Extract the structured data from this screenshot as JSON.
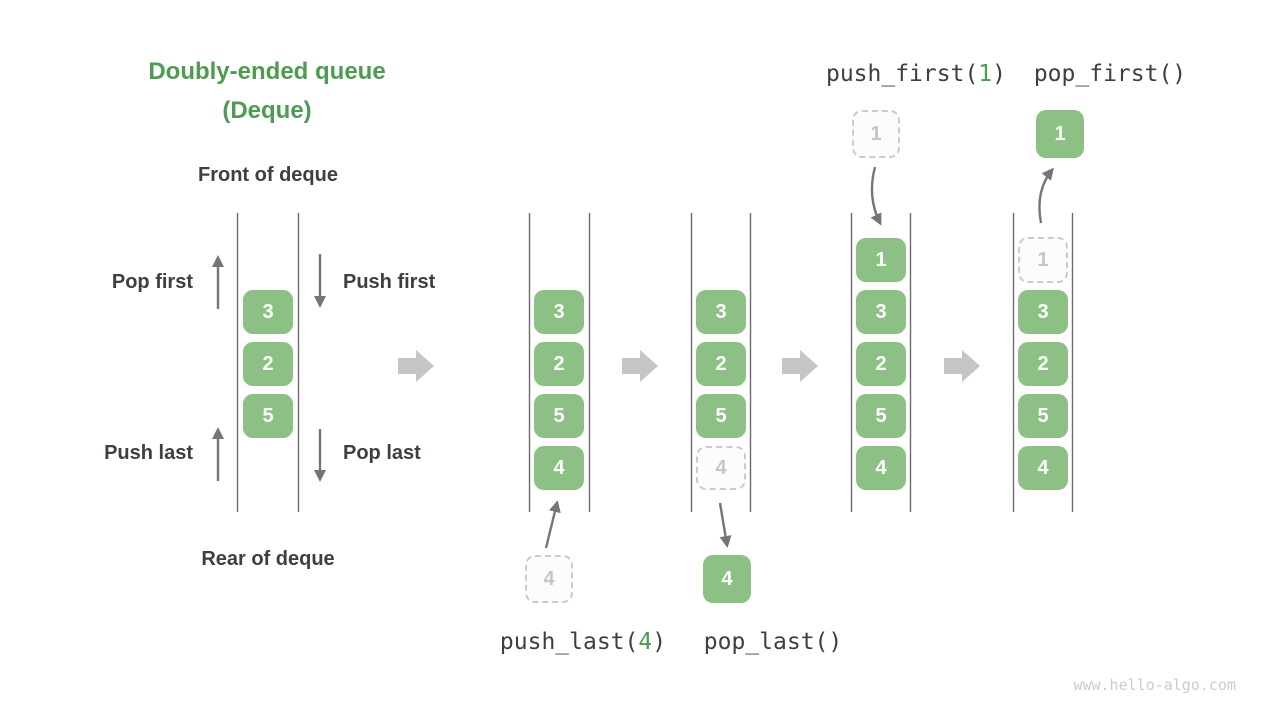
{
  "header": {
    "title_line1": "Doubly-ended queue",
    "title_line2": "(Deque)",
    "front_label": "Front of deque",
    "rear_label": "Rear of deque"
  },
  "operations": {
    "pop_first": "Pop first",
    "push_first": "Push first",
    "push_last": "Push last",
    "pop_last": "Pop last"
  },
  "code_labels": {
    "push_first_prefix": "push_first(",
    "push_first_arg": "1",
    "push_first_suffix": ")",
    "pop_first": "pop_first()",
    "push_last_prefix": "push_last(",
    "push_last_arg": "4",
    "push_last_suffix": ")",
    "pop_last": "pop_last()"
  },
  "stages": [
    {
      "name": "deque-initial",
      "items": [
        "3",
        "2",
        "5"
      ]
    },
    {
      "name": "after-push-last",
      "items": [
        "3",
        "2",
        "5",
        "4"
      ],
      "incoming": "4"
    },
    {
      "name": "after-pop-last",
      "items": [
        "3",
        "2",
        "5"
      ],
      "ghost": "4",
      "outgoing": "4"
    },
    {
      "name": "after-push-first",
      "items": [
        "1",
        "3",
        "2",
        "5",
        "4"
      ],
      "incoming": "1"
    },
    {
      "name": "after-pop-first",
      "items": [
        "3",
        "2",
        "5",
        "4"
      ],
      "ghost": "1",
      "outgoing": "1"
    }
  ],
  "icons": {
    "stage_transition": "thick-right-arrow",
    "pop_first_arrow": "up-arrow",
    "push_first_arrow": "down-arrow",
    "push_last_arrow": "up-arrow",
    "pop_last_arrow": "down-arrow"
  },
  "watermark": "www.hello-algo.com",
  "colors": {
    "accent_green": "#4E9B52",
    "cell_green": "#8CC084",
    "text_dark": "#3C4043",
    "arrow_gray": "#757575",
    "stage_arrow_gray": "#C5C5C5",
    "ghost_gray": "#CBCBCB",
    "wall_gray": "#6A6A6A"
  }
}
